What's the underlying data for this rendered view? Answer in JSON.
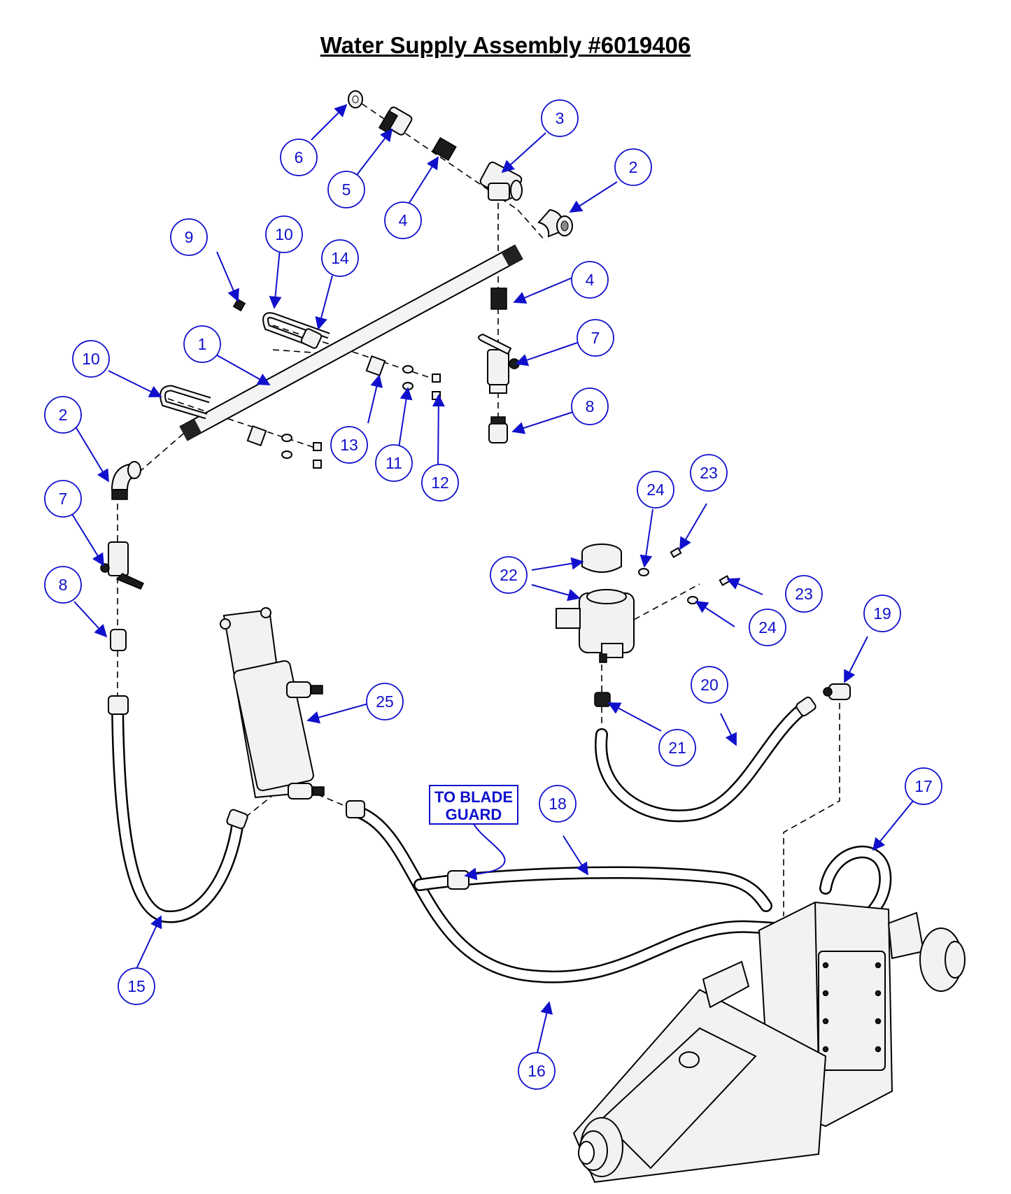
{
  "title": "Water Supply Assembly #6019406",
  "note": [
    "TO BLADE",
    "GUARD"
  ],
  "callouts": [
    "1",
    "2",
    "2",
    "3",
    "4",
    "4",
    "5",
    "6",
    "7",
    "7",
    "8",
    "8",
    "9",
    "10",
    "10",
    "11",
    "12",
    "13",
    "14",
    "15",
    "16",
    "17",
    "18",
    "19",
    "20",
    "21",
    "22",
    "23",
    "23",
    "24",
    "24",
    "25"
  ]
}
